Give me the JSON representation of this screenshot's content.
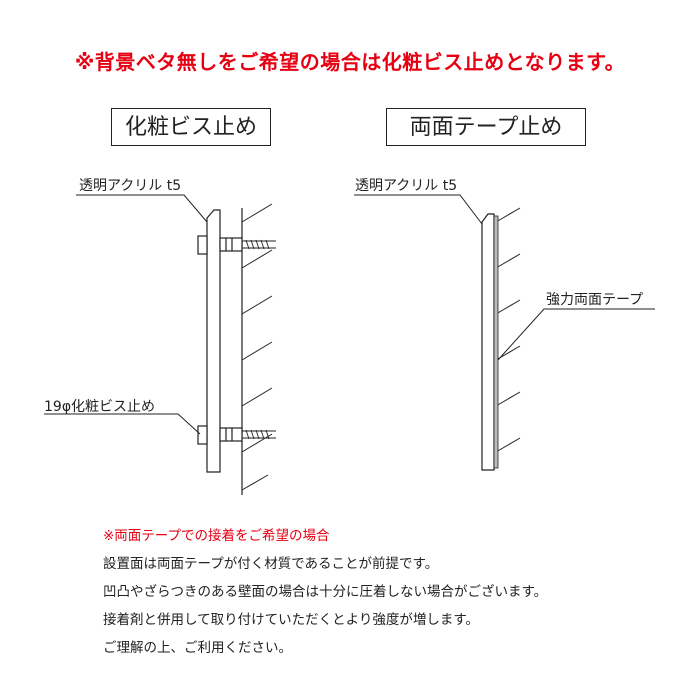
{
  "headline": "※背景ベタ無しをご希望の場合は化粧ビス止めとなります。",
  "left": {
    "box_title": "化粧ビス止め",
    "acrylic_label": "透明アクリル t5",
    "screw_label": "19φ化粧ビス止め"
  },
  "right": {
    "box_title": "両面テープ止め",
    "acrylic_label": "透明アクリル t5",
    "tape_label": "強力両面テープ"
  },
  "notes": [
    "※両面テープでの接着をご希望の場合",
    "設置面は両面テープが付く材質であることが前提です。",
    "凹凸やざらつきのある壁面の場合は十分に圧着しない場合がございます。",
    "接着剤と併用して取り付けていただくとより強度が増します。",
    "ご理解の上、ご利用ください。"
  ],
  "colors": {
    "accent": "#e60012",
    "line": "#222222",
    "panel_gray": "#bbbbbb"
  }
}
